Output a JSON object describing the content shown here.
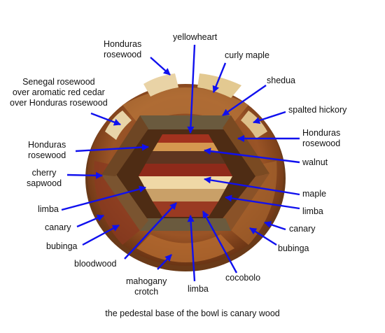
{
  "labels": {
    "honduras_rosewood_top": "Honduras\nrosewood",
    "yellowheart": "yellowheart",
    "curly_maple": "curly maple",
    "shedua": "shedua",
    "senegal_rosewood": "Senegal rosewood\nover aromatic red cedar\nover Honduras rosewood",
    "spalted_hickory": "spalted hickory",
    "honduras_rosewood_right": "Honduras\nrosewood",
    "honduras_rosewood_left": "Honduras\nrosewood",
    "walnut": "walnut",
    "cherry_sapwood": "cherry\nsapwood",
    "maple": "maple",
    "limba_left": "limba",
    "limba_right": "limba",
    "canary_left": "canary",
    "canary_right": "canary",
    "bubinga_left": "bubinga",
    "bubinga_right": "bubinga",
    "bloodwood": "bloodwood",
    "cocobolo": "cocobolo",
    "mahogany_crotch": "mahogany\ncrotch",
    "limba_bottom": "limba"
  },
  "caption": "the pedestal base of the bowl is canary wood",
  "colors": {
    "arrow": "#1010ee",
    "rim": "#8a4a1c",
    "bloodwood": "#a2321e",
    "walnut": "#5e3520",
    "maple": "#efd8a6",
    "limba": "#c9a068",
    "hickory": "#6a5a3e"
  }
}
